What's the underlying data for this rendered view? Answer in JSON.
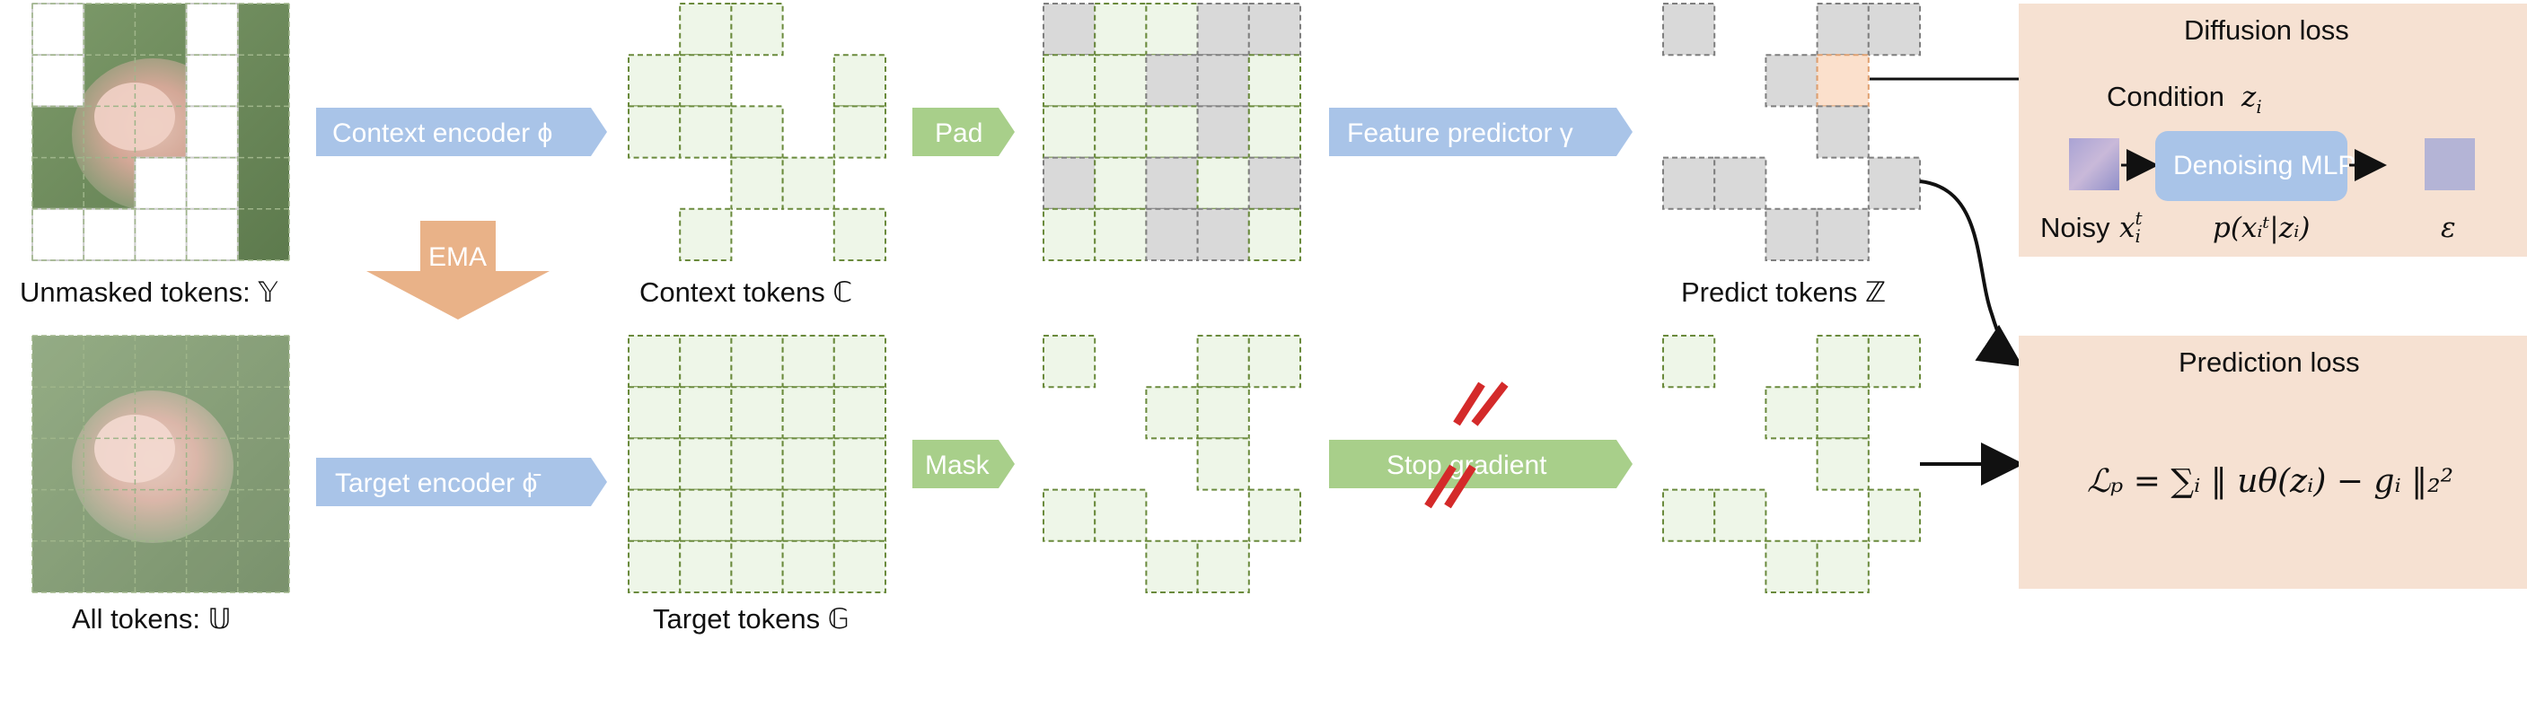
{
  "inputs": {
    "unmasked_label": "Unmasked tokens: 𝕐",
    "all_label": "All tokens: 𝕌"
  },
  "arrows": {
    "context_encoder": "Context encoder ϕ",
    "target_encoder": "Target encoder ϕ̄",
    "ema": "EMA",
    "pad": "Pad",
    "mask": "Mask",
    "feature_predictor": "Feature predictor γ",
    "stop_gradient": "Stop gradient"
  },
  "tokens": {
    "context_label": "Context tokens ℂ",
    "target_label": "Target tokens 𝔾",
    "predict_label": "Predict tokens ℤ"
  },
  "diffusion": {
    "title": "Diffusion loss",
    "condition_label": "Condition",
    "condition_var": "z",
    "condition_sub": "i",
    "mlp_label": "Denoising MLP",
    "noisy_label": "Noisy",
    "noisy_var": "x",
    "noisy_sub": "i",
    "noisy_sup": "t",
    "prob_label": "p(xᵢᵗ|zᵢ)",
    "epsilon": "ε"
  },
  "prediction": {
    "title": "Prediction loss",
    "formula": "ℒₚ = ∑ᵢ ‖ uθ(zᵢ) − gᵢ ‖₂²"
  },
  "colors": {
    "token_fill": "#eef6e8",
    "token_stroke": "#6a8a3c",
    "gray_fill": "#d9d9d9",
    "gray_stroke": "#7f7f7f",
    "blue_arrow": "#a9c4e8",
    "green_arrow": "#a8cf8a",
    "ema_arrow": "#e9b288",
    "loss_panel": "#f6e1d2",
    "mlp_box": "#a9c4e8",
    "highlight_cell": "#fbe0cc",
    "stop_slash": "#d42a2a"
  },
  "grids": {
    "input_top_blank": [
      [
        0,
        0
      ],
      [
        1,
        0
      ],
      [
        0,
        3
      ],
      [
        1,
        3
      ],
      [
        2,
        3
      ],
      [
        3,
        2
      ],
      [
        3,
        3
      ],
      [
        4,
        0
      ],
      [
        4,
        3
      ],
      [
        4,
        1
      ],
      [
        4,
        2
      ]
    ],
    "context_cells": [
      [
        0,
        1
      ],
      [
        0,
        2
      ],
      [
        1,
        0
      ],
      [
        1,
        1
      ],
      [
        1,
        4
      ],
      [
        2,
        0
      ],
      [
        2,
        1
      ],
      [
        2,
        2
      ],
      [
        2,
        4
      ],
      [
        3,
        2
      ],
      [
        3,
        3
      ],
      [
        4,
        1
      ],
      [
        4,
        4
      ]
    ],
    "pad_gray": [
      [
        0,
        0
      ],
      [
        0,
        3
      ],
      [
        0,
        4
      ],
      [
        1,
        2
      ],
      [
        1,
        3
      ],
      [
        2,
        3
      ],
      [
        3,
        0
      ],
      [
        3,
        2
      ],
      [
        3,
        4
      ],
      [
        4,
        2
      ],
      [
        4,
        3
      ]
    ],
    "mask_cells": [
      [
        0,
        0
      ],
      [
        0,
        3
      ],
      [
        0,
        4
      ],
      [
        1,
        2
      ],
      [
        1,
        3
      ],
      [
        2,
        3
      ],
      [
        3,
        0
      ],
      [
        3,
        1
      ],
      [
        3,
        4
      ],
      [
        4,
        2
      ],
      [
        4,
        3
      ]
    ],
    "predict_cells": [
      [
        0,
        0
      ],
      [
        0,
        3
      ],
      [
        0,
        4
      ],
      [
        1,
        2
      ],
      [
        1,
        3
      ],
      [
        2,
        3
      ],
      [
        3,
        0
      ],
      [
        3,
        1
      ],
      [
        3,
        4
      ],
      [
        4,
        2
      ],
      [
        4,
        3
      ]
    ],
    "predict_highlight": [
      1,
      3
    ]
  }
}
